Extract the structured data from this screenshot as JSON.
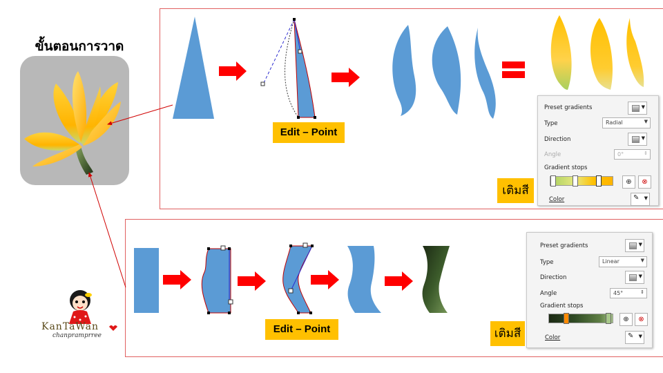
{
  "title": "ขั้นตอนการวาด",
  "top_panel": {
    "edit_label": "Edit – Point",
    "fill_label": "เติมสี",
    "dialog": {
      "preset_label": "Preset gradients",
      "type_label": "Type",
      "type_value": "Radial",
      "direction_label": "Direction",
      "angle_label": "Angle",
      "angle_value": "0°",
      "stops_label": "Gradient stops",
      "color_label": "Color"
    }
  },
  "bottom_panel": {
    "edit_label": "Edit – Point",
    "fill_label": "เติมสี",
    "dialog": {
      "preset_label": "Preset gradients",
      "type_label": "Type",
      "type_value": "Linear",
      "direction_label": "Direction",
      "angle_label": "Angle",
      "angle_value": "45°",
      "stops_label": "Gradient stops",
      "color_label": "Color"
    }
  },
  "logo": {
    "main_text": "KanTaWan",
    "sub_text": "chanpramprree"
  },
  "colors": {
    "shape_blue": "#5b9bd5",
    "arrow_red": "#ff0000",
    "panel_border": "#e06060",
    "label_yellow": "#ffc000",
    "petal_yellow": "#ffc000",
    "stem_green": "#2f4a24"
  }
}
